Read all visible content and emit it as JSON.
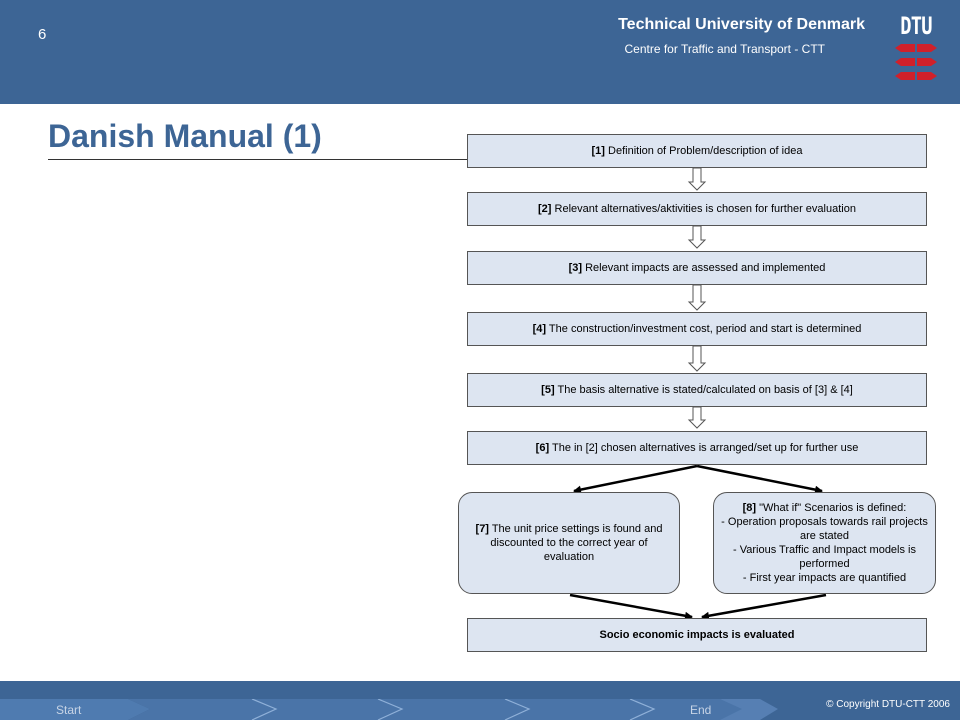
{
  "header": {
    "slide_number": "6",
    "university": "Technical University of Denmark",
    "centre": "Centre for Traffic and Transport - CTT",
    "logo_text": "DTU"
  },
  "title": "Danish Manual (1)",
  "flowchart": {
    "step1": {
      "num": "[1]",
      "text": " Definition of Problem/description of idea"
    },
    "step2": {
      "num": "[2]",
      "text": " Relevant alternatives/aktivities is chosen for further evaluation"
    },
    "step3": {
      "num": "[3]",
      "text": " Relevant impacts are assessed and implemented"
    },
    "step4": {
      "num": "[4]",
      "text": " The construction/investment cost, period and start is determined"
    },
    "step5": {
      "num": "[5]",
      "text": " The basis alternative is stated/calculated on basis of [3] & [4]"
    },
    "step6": {
      "num": "[6]",
      "text": " The in [2] chosen alternatives is arranged/set up for further use"
    },
    "step7": {
      "num": "[7]",
      "text": " The unit price settings is found and discounted to the correct year of evaluation"
    },
    "step8": {
      "num": "[8]",
      "text": " \"What if\" Scenarios is defined:",
      "lines": [
        "- Operation proposals towards rail projects are stated",
        "- Various Traffic and Impact models is performed",
        "- First year impacts are quantified"
      ]
    },
    "final": "Socio economic impacts is evaluated"
  },
  "footer": {
    "start_label": "Start",
    "end_label": "End",
    "copyright": "© Copyright DTU-CTT 2006"
  },
  "colors": {
    "header_bg": "#3d6595",
    "box_fill": "#dde5f1",
    "title": "#3d6595",
    "logo_red": "#d0202a"
  }
}
